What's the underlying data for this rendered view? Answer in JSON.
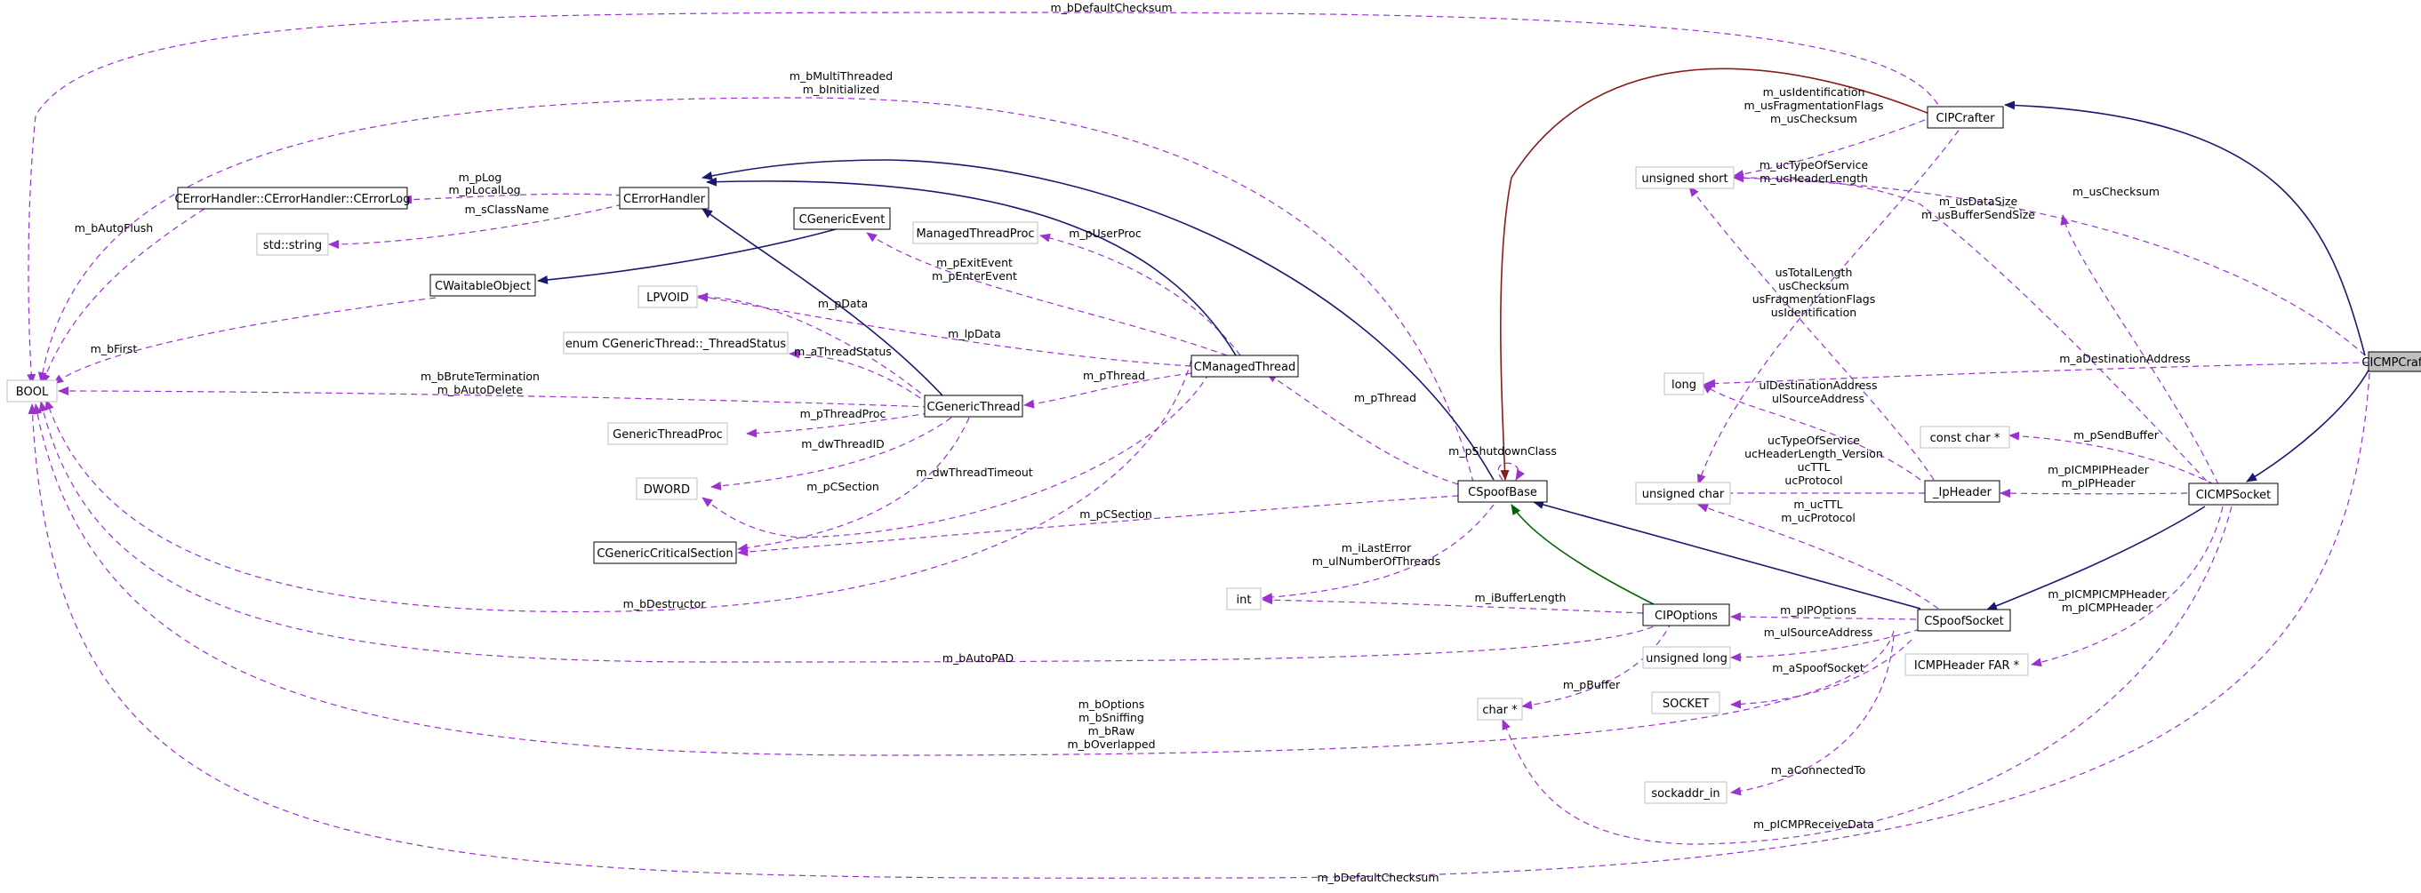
{
  "diagram": {
    "colors": {
      "inheritance_public": "#191970",
      "inheritance_protected": "#006400",
      "inheritance_private": "#8b1a1a",
      "usage": "#9a32cd",
      "node_border": "#000000",
      "node_border_builtin": "#bfbfbf",
      "focus_fill": "#bfbfbf"
    },
    "nodes": {
      "cicmpcrafter": "CICMPCrafter",
      "cipcrafter": "CIPCrafter",
      "cicmpsocket": "CICMPSocket",
      "cspoofsocket": "CSpoofSocket",
      "cspoofbase": "CSpoofBase",
      "cipoptions": "CIPOptions",
      "iphdr": "_IpHeader",
      "cmanagedthread": "CManagedThread",
      "cgenericthread": "CGenericThread",
      "cgenericevent": "CGenericEvent",
      "cwaitableobject": "CWaitableObject",
      "cerrorhandler": "CErrorHandler",
      "cerrorlog": "CErrorHandler::CErrorHandler::CErrorLog",
      "cgenericcs": "CGenericCriticalSection",
      "bool": "BOOL",
      "stdstring": "std::string",
      "lpvoid": "LPVOID",
      "threadstatus": "enum CGenericThread::_ThreadStatus",
      "genericthreadproc": "GenericThreadProc",
      "dword": "DWORD",
      "managedthreadproc": "ManagedThreadProc",
      "int": "int",
      "charp": "char *",
      "unsignedshort": "unsigned short",
      "long": "long",
      "unsignedchar": "unsigned char",
      "constcharp": "const char *",
      "unsignedlong": "unsigned long",
      "socket": "SOCKET",
      "sockaddr": "sockaddr_in",
      "icmpheader": "ICMPHeader FAR *"
    },
    "edge_labels": {
      "default_checksum_top": "m_bDefaultChecksum",
      "default_checksum_bottom": "m_bDefaultChecksum",
      "multithreaded": [
        "m_bMultiThreaded",
        "m_bInitialized"
      ],
      "plog": [
        "m_pLog",
        "m_pLocalLog"
      ],
      "classname": "m_sClassName",
      "autoflush": "m_bAutoFlush",
      "first": "m_bFirst",
      "brute": [
        "m_bBruteTermination",
        "m_bAutoDelete"
      ],
      "destructor": "m_bDestructor",
      "autopad": "m_bAutoPAD",
      "sniff": [
        "m_bOptions",
        "m_bSniffing",
        "m_bRaw",
        "m_bOverlapped"
      ],
      "puserproc": "m_pUserProc",
      "exitevent": [
        "m_pExitEvent",
        "m_pEnterEvent"
      ],
      "pdata": "m_pData",
      "lpdata": "m_lpData",
      "athreadstatus": "m_aThreadStatus",
      "pthread_gt": "m_pThread",
      "pthreadproc": "m_pThreadProc",
      "dwthreadid": "m_dwThreadID",
      "dwthreadtimeout": "m_dwThreadTimeout",
      "pcsection_gt": "m_pCSection",
      "pcsection_sb": "m_pCSection",
      "pshutdown": "m_pShutdownClass",
      "pthread_sb": "m_pThread",
      "lasterror": [
        "m_iLastError",
        "m_ulNumberOfThreads"
      ],
      "bufferlength": "m_iBufferLength",
      "pipoptions": "m_pIPOptions",
      "pbuffer": "m_pBuffer",
      "ulsourceaddress": "m_ulSourceAddress",
      "aspoofsocket": "m_aSpoofSocket",
      "aconnectedto": "m_aConnectedTo",
      "ucttl": [
        "m_ucTTL",
        "m_ucProtocol"
      ],
      "crafter_ushort": [
        "m_usIdentification",
        "m_usFragmentationFlags",
        "m_usChecksum"
      ],
      "ucservice": [
        "m_ucTypeOfService",
        "m_ucHeaderLength"
      ],
      "datasize": [
        "m_usDataSize",
        "m_usBufferSendSize"
      ],
      "uschecksum": "m_usChecksum",
      "iphdr_ushort": [
        "usTotalLength",
        "usChecksum",
        "usFragmentationFlags",
        "usIdentification"
      ],
      "iphdr_long": [
        "ulDestinationAddress",
        "ulSourceAddress"
      ],
      "adestination": "m_aDestinationAddress",
      "iphdr_uchar": [
        "ucTypeOfService",
        "ucHeaderLength_Version",
        "ucTTL",
        "ucProtocol"
      ],
      "psendbuffer": "m_pSendBuffer",
      "picmpipheader": [
        "m_pICMPIPHeader",
        "m_pIPHeader"
      ],
      "icmpheader": [
        "m_pICMPICMPHeader",
        "m_pICMPHeader"
      ],
      "receivedata": "m_pICMPReceiveData"
    }
  }
}
